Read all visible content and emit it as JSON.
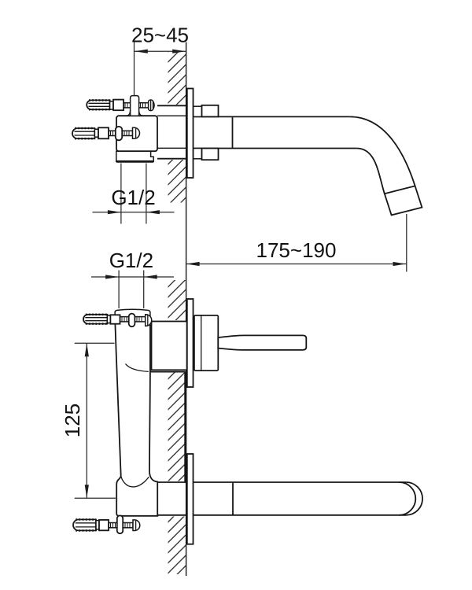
{
  "drawing": {
    "labels": {
      "embed_depth": "25~45",
      "thread_top_view": "G1/2",
      "spout_reach": "175~190",
      "thread_side_view": "G1/2",
      "spout_offset": "125"
    },
    "colors": {
      "background": "#ffffff",
      "line": "#161616",
      "dimension_line": "#2b2b2b",
      "text": "#111111"
    }
  }
}
